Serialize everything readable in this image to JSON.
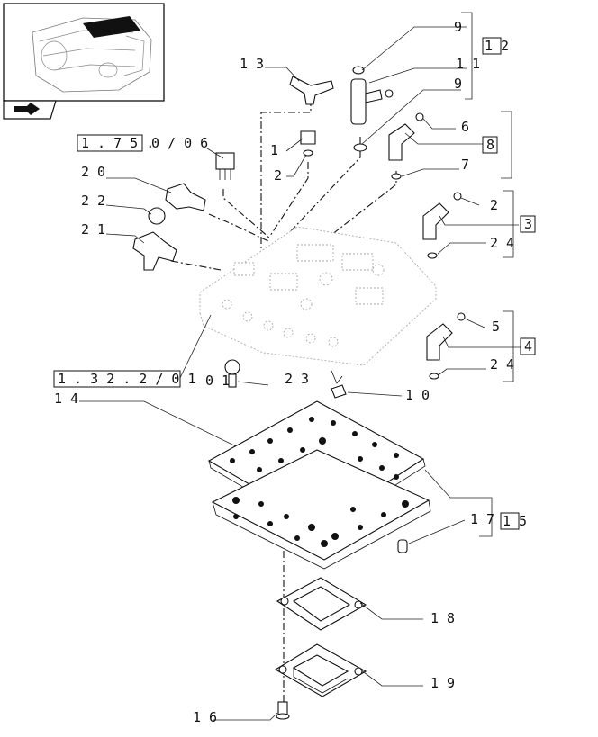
{
  "callouts": {
    "c13": "1 3",
    "c9a": "9",
    "c12": "1 2",
    "c11": "1 1",
    "c9b": "9",
    "c1": "1",
    "c2a": "2",
    "c6": "6",
    "c8": "8",
    "c7": "7",
    "c20": "2 0",
    "c22": "2 2",
    "c2b": "2",
    "c3": "3",
    "c21": "2 1",
    "c24a": "2 4",
    "c5": "5",
    "c4": "4",
    "c24b": "2 4",
    "c01": "0 1",
    "c23": "2 3",
    "c10": "1 0",
    "c14": "1 4",
    "c17": "1 7",
    "c15": "1 5",
    "c18": "1 8",
    "c19": "1 9",
    "c16": "1 6"
  },
  "references": {
    "ref_175": "1 . 7 5 .",
    "ref_175_sub": "0 / 0 6",
    "ref_132": "1 . 3 2 . 2 / 0 1"
  },
  "colors": {
    "ink": "#111111",
    "paper": "#ffffff"
  },
  "icons": {
    "nav": "arrow-page-icon"
  }
}
